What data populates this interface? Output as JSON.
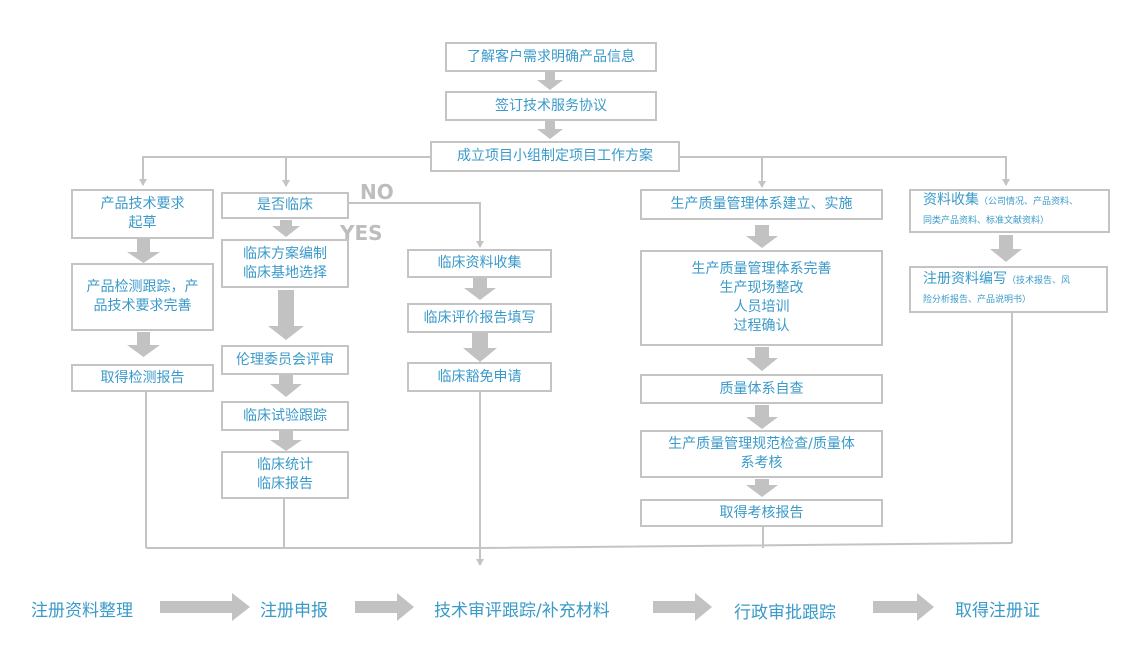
{
  "colors": {
    "text": "#3a9ac9",
    "line": "#c4c4c4",
    "arrow": "#c2c2c2",
    "label": "#bdbdbd"
  },
  "top": {
    "step1": "了解客户需求明确产品信息",
    "step2": "签订技术服务协议",
    "step3": "成立项目小组制定项目工作方案"
  },
  "col1": {
    "box1": [
      "产品技术要求",
      "起草"
    ],
    "box2": [
      "产品检测跟踪，产",
      "品技术要求完善"
    ],
    "box3": "取得检测报告"
  },
  "col2": {
    "box1": "是否临床",
    "box2": [
      "临床方案编制",
      "临床基地选择"
    ],
    "box3": "伦理委员会评审",
    "box4": "临床试验跟踪",
    "box5": [
      "临床统计",
      "临床报告"
    ]
  },
  "labels": {
    "no": "NO",
    "yes": "YES"
  },
  "col3": {
    "box1": "临床资料收集",
    "box2": "临床评价报告填写",
    "box3": "临床豁免申请"
  },
  "col4": {
    "box1": "生产质量管理体系建立、实施",
    "box2": [
      "生产质量管理体系完善",
      "生产现场整改",
      "人员培训",
      "过程确认"
    ],
    "box3": "质量体系自查",
    "box4": [
      "生产质量管理规范检查/质量体",
      "系考核"
    ],
    "box5": "取得考核报告"
  },
  "col5": {
    "box1_main": "资料收集",
    "box1_note_a": "（公司情况、产品资料、",
    "box1_note_b": "同类产品资料、标准文献资料）",
    "box2_main": "注册资料编写",
    "box2_note_a": "（技术报告、风",
    "box2_note_b": "险分析报告、产品说明书）"
  },
  "bottom": {
    "steps": [
      "注册资料整理",
      "注册申报",
      "技术审评跟踪/补充材料",
      "行政审批跟踪",
      "取得注册证"
    ]
  }
}
